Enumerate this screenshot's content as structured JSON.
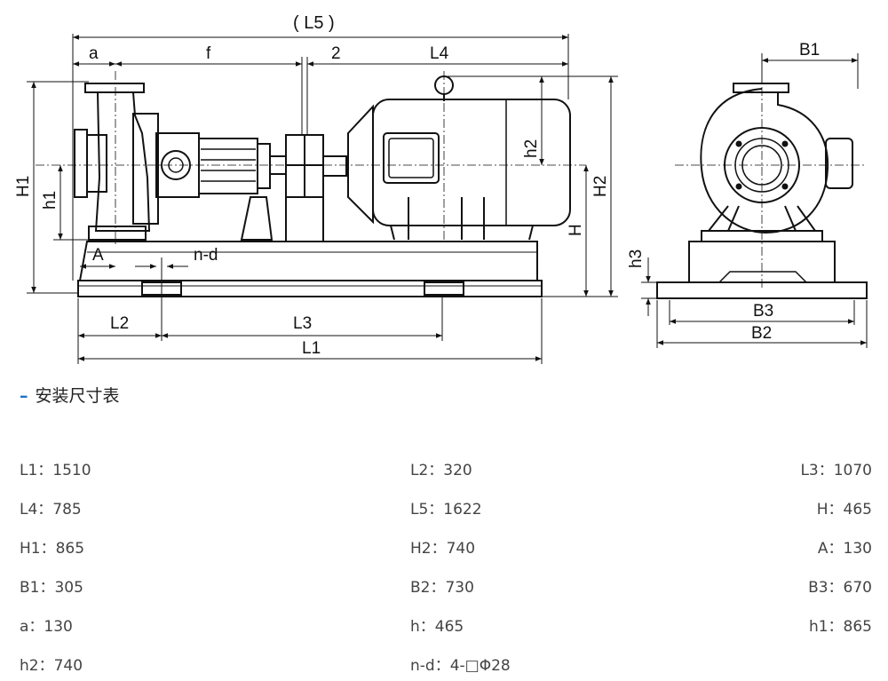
{
  "drawing": {
    "labels": {
      "L5": "( L5 )",
      "a": "a",
      "f": "f",
      "two": "2",
      "L4": "L4",
      "H1": "H1",
      "h1": "h1",
      "h2": "h2",
      "H2": "H2",
      "H": "H",
      "A": "A",
      "nd": "n-d",
      "L2": "L2",
      "L3": "L3",
      "L1": "L1",
      "B1": "B1",
      "h3": "h3",
      "B3": "B3",
      "B2": "B2"
    }
  },
  "section": {
    "title": "安装尺寸表"
  },
  "dimensions": [
    [
      {
        "label": "L1",
        "value": "1510"
      },
      {
        "label": "L2",
        "value": "320"
      },
      {
        "label": "L3",
        "value": "1070"
      }
    ],
    [
      {
        "label": "L4",
        "value": "785"
      },
      {
        "label": "L5",
        "value": "1622"
      },
      {
        "label": "H",
        "value": "465"
      }
    ],
    [
      {
        "label": "H1",
        "value": "865"
      },
      {
        "label": "H2",
        "value": "740"
      },
      {
        "label": "A",
        "value": "130"
      }
    ],
    [
      {
        "label": "B1",
        "value": "305"
      },
      {
        "label": "B2",
        "value": "730"
      },
      {
        "label": "B3",
        "value": "670"
      }
    ],
    [
      {
        "label": "a",
        "value": "130"
      },
      {
        "label": "h",
        "value": "465"
      },
      {
        "label": "h1",
        "value": "865"
      }
    ],
    [
      {
        "label": "h2",
        "value": "740"
      },
      {
        "label": "n-d",
        "value": "4-□Φ28"
      }
    ]
  ],
  "separator": "："
}
